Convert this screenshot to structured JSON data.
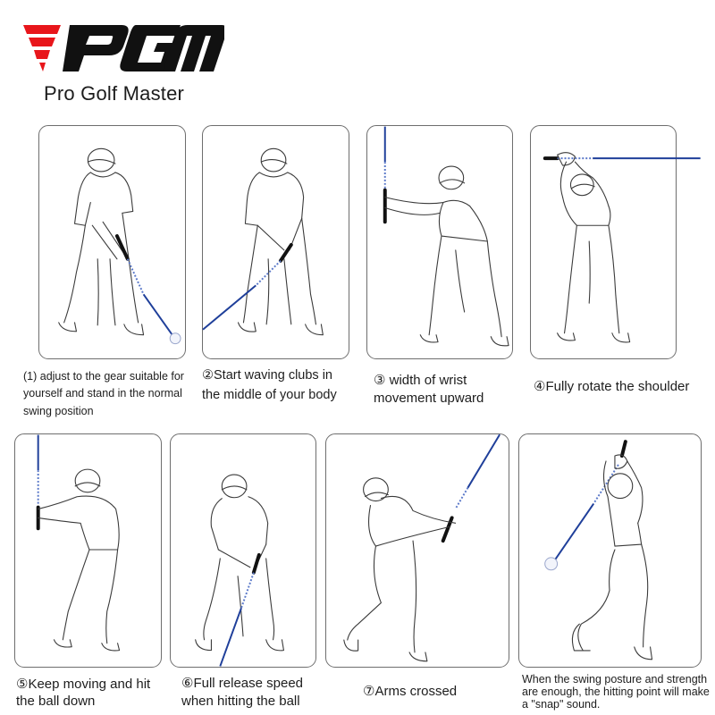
{
  "brand": {
    "logo_text": "PGM",
    "tagline": "Pro Golf Master",
    "colors": {
      "logo_red": "#e8161b",
      "logo_black": "#111111",
      "club_shaft": "#1f3f9a",
      "panel_border": "#6e6e6e"
    }
  },
  "steps": [
    {
      "id": 1,
      "caption": "(1) adjust to the gear suitable for yourself and stand in the normal swing position",
      "pose": "address"
    },
    {
      "id": 2,
      "caption": "②Start waving clubs in the middle of your body",
      "pose": "takeaway"
    },
    {
      "id": 3,
      "caption": "③ width of wrist movement upward",
      "pose": "wrist-hinge"
    },
    {
      "id": 4,
      "caption": "④Fully rotate the shoulder",
      "pose": "top-of-backswing"
    },
    {
      "id": 5,
      "caption": "⑤Keep moving and hit the ball down",
      "pose": "downswing"
    },
    {
      "id": 6,
      "caption": "⑥Full release speed when hitting the ball",
      "pose": "impact"
    },
    {
      "id": 7,
      "caption": "⑦Arms crossed",
      "pose": "follow-through"
    },
    {
      "id": 8,
      "caption": "When the swing posture and strength are enough, the hitting point will make a \"snap\" sound.",
      "pose": "finish"
    }
  ]
}
